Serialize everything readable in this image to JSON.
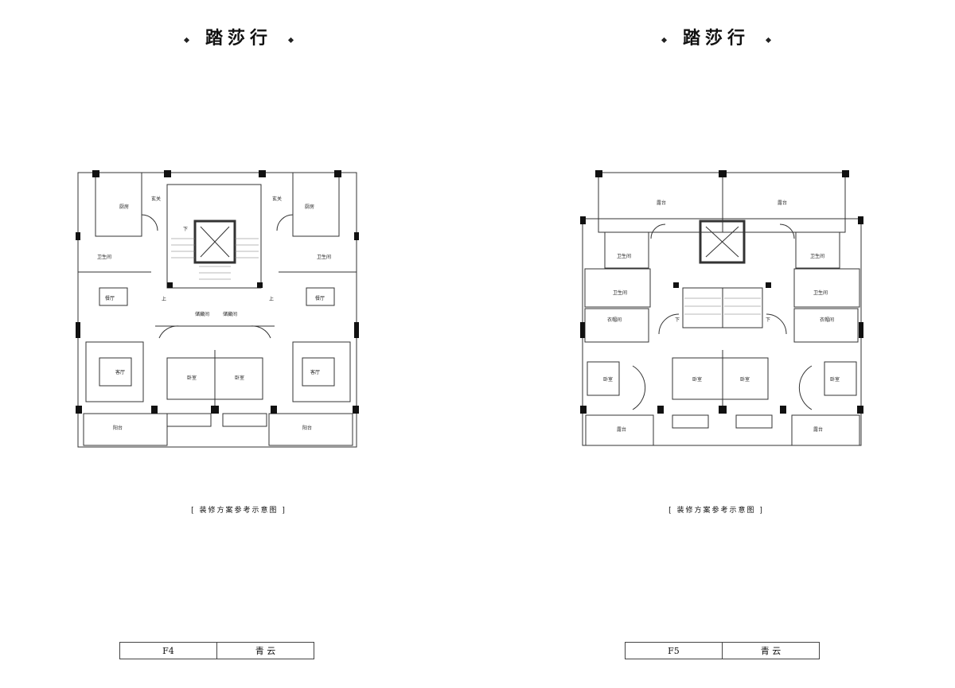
{
  "left": {
    "title": "踏莎行",
    "caption": "[ 装修方案参考示意图 ]",
    "footer": {
      "floor": "F4",
      "name": "青 云"
    },
    "rooms": {
      "kitchen": "厨房",
      "entrance": "玄关",
      "bathroom": "卫生间",
      "dining": "餐厅",
      "storage": "储藏间",
      "living": "客厅",
      "bedroom": "卧室",
      "balcony": "阳台",
      "up": "上",
      "down": "下"
    }
  },
  "right": {
    "title": "踏莎行",
    "caption": "[ 装修方案参考示意图 ]",
    "footer": {
      "floor": "F5",
      "name": "青 云"
    },
    "rooms": {
      "terrace": "露台",
      "bathroom": "卫生间",
      "cloakroom": "衣帽间",
      "bedroom": "卧室",
      "down": "下"
    }
  }
}
